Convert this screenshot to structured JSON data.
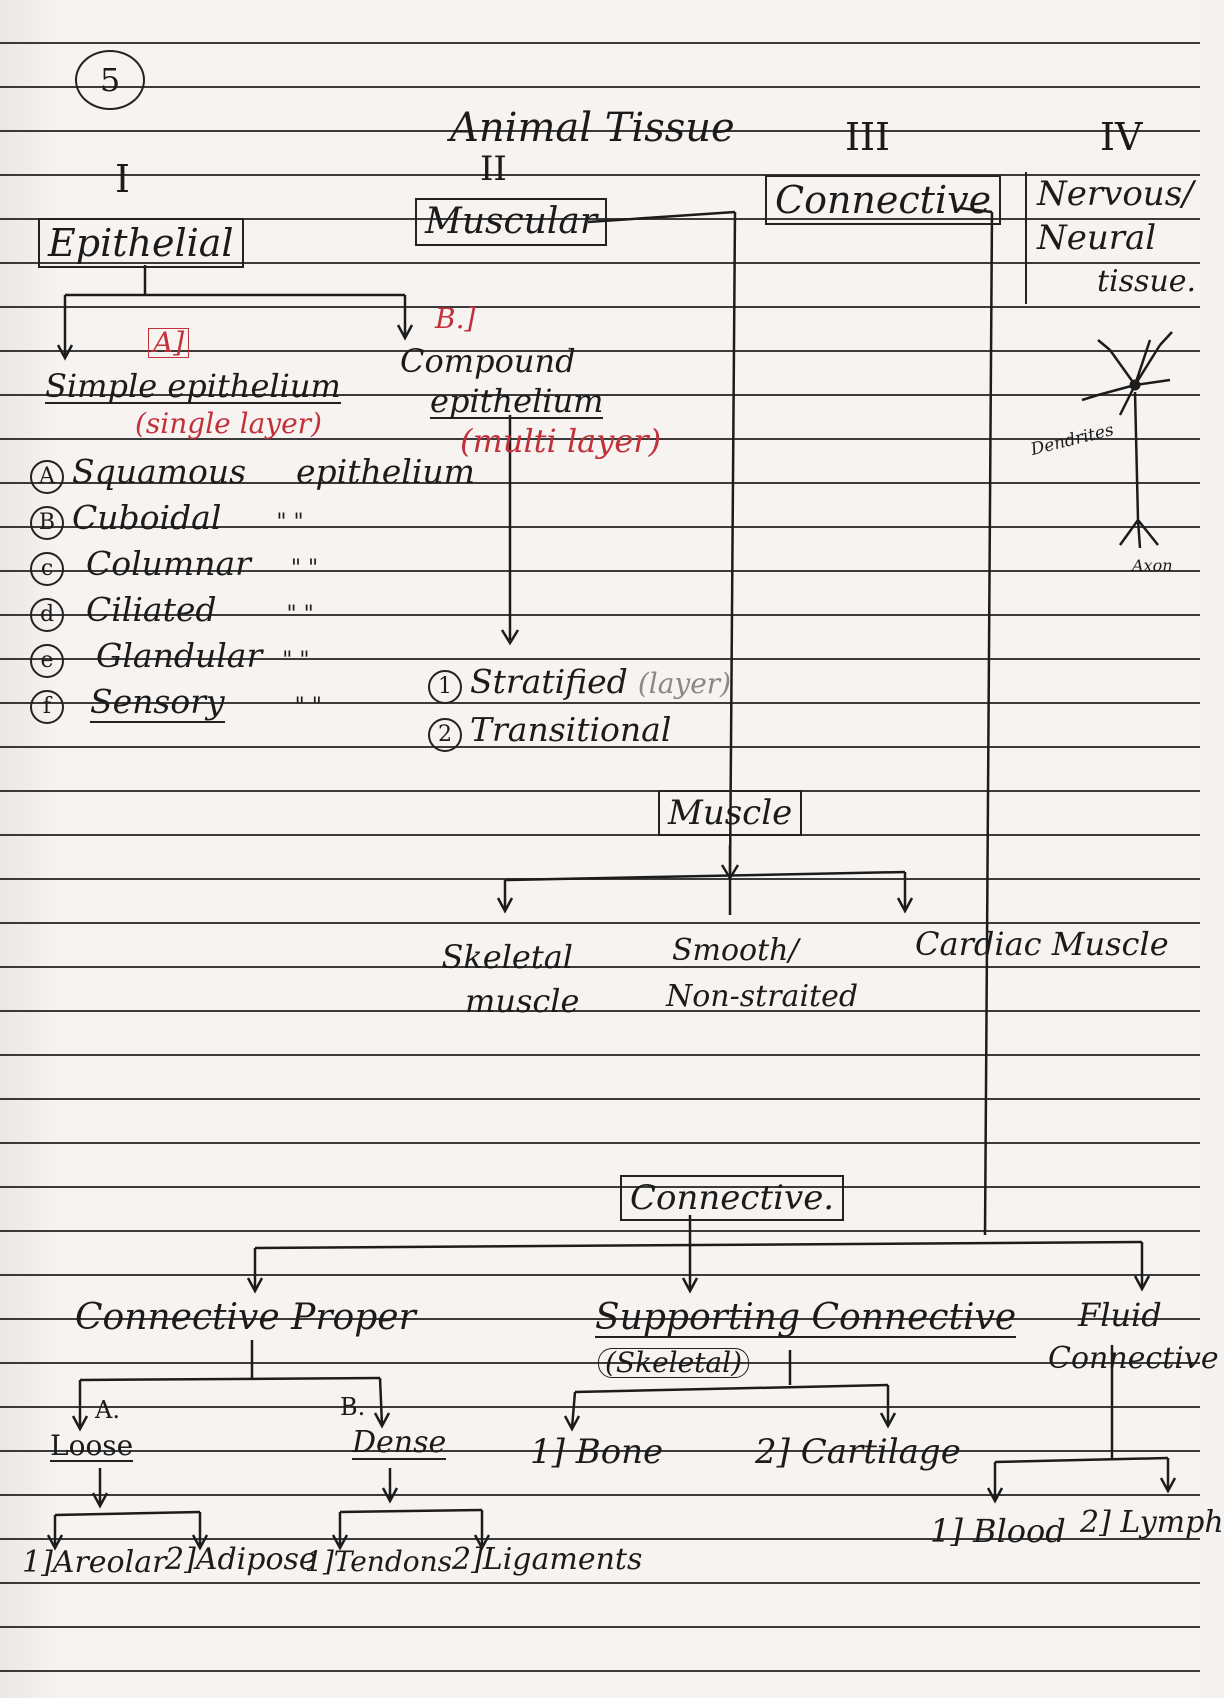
{
  "page_number": "5",
  "title": "Animal Tissue",
  "roman": [
    "I",
    "II",
    "III",
    "IV"
  ],
  "categories": {
    "epithelial": "Epithelial",
    "muscular": "Muscular",
    "connective": "Connective",
    "nervous_line1": "Nervous/",
    "nervous_line2": "Neural",
    "nervous_line3": "tissue."
  },
  "epithelial": {
    "a_tag": "A]",
    "b_tag": "B.]",
    "simple": "Simple epithelium",
    "simple_note": "(single layer)",
    "compound_line1": "Compound",
    "compound_line2": "epithelium",
    "compound_note": "(multi layer)",
    "simple_types": [
      {
        "marker": "A",
        "name": "Squamous",
        "suffix": "epithelium"
      },
      {
        "marker": "B",
        "name": "Cuboidal",
        "suffix": "\"    \""
      },
      {
        "marker": "c",
        "name": "Columnar",
        "suffix": "\"    \""
      },
      {
        "marker": "d",
        "name": "Ciliated",
        "suffix": "\"    \""
      },
      {
        "marker": "e",
        "name": "Glandular",
        "suffix": "\"   \""
      },
      {
        "marker": "f",
        "name": "Sensory",
        "suffix": "\"    \""
      }
    ],
    "compound_types": [
      {
        "marker": "1",
        "name": "Stratified",
        "note": "(layer)"
      },
      {
        "marker": "2",
        "name": "Transitional",
        "note": ""
      }
    ]
  },
  "neuron_labels": {
    "dendrites": "Dendrites",
    "axon": "Axon"
  },
  "muscle": {
    "box": "Muscle",
    "types": [
      "Skeletal muscle",
      "Smooth/ Non-straited",
      "Cardiac Muscle"
    ],
    "skeletal_line1": "Skeletal",
    "skeletal_line2": "muscle",
    "smooth_line1": "Smooth/",
    "smooth_line2": "Non-straited",
    "cardiac": "Cardiac Muscle"
  },
  "connective": {
    "box": "Connective.",
    "proper": "Connective Proper",
    "supporting": "Supporting Connective",
    "supporting_note": "(Skeletal)",
    "fluid_line1": "Fluid",
    "fluid_line2": "Connective",
    "loose_tag": "A.",
    "loose": "Loose",
    "dense_tag": "B.",
    "dense": "Dense",
    "loose_types": [
      "1]Areolar",
      "2]Adipose"
    ],
    "dense_types": [
      "1]Tendons",
      "2]Ligaments"
    ],
    "supporting_types": [
      "1] Bone",
      "2] Cartilage"
    ],
    "fluid_types": [
      "1] Blood",
      "2] Lymph"
    ]
  }
}
